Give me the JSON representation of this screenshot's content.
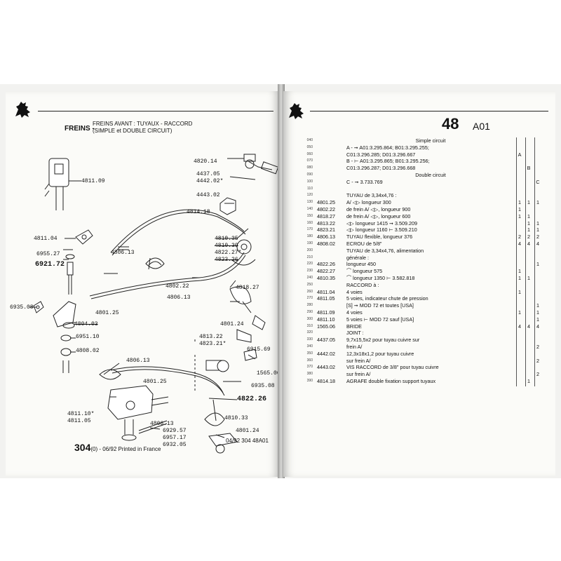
{
  "left_page": {
    "section": "FREINS -",
    "subtitle_line1": "FREINS AVANT : TUYAUX - RACCORD",
    "subtitle_line2": "(SIMPLE et DOUBLE CIRCUIT)",
    "callouts": [
      "4820.14",
      "4811.09",
      "4437.05",
      "4442.02*",
      "4443.02",
      "4814.18",
      "4811.04",
      "4810.35",
      "4810.30",
      "4822.27*",
      "4823.26",
      "6955.27",
      "6921.72",
      "4806.13",
      "6935.08",
      "4801.25",
      "4802.22",
      "4818.27",
      "4806.13",
      "4801.24",
      "4804.03",
      "6951.10",
      "4813.22",
      "4823.21*",
      "6915.69",
      "4808.02",
      "4806.13",
      "1565.06",
      "4801.25",
      "6935.08",
      "4822.26",
      "4811.10*",
      "4811.05",
      "4806.13",
      "6929.57",
      "6957.17",
      "4810.33",
      "4801.24",
      "6932.05"
    ],
    "footer_num": "304",
    "footer_text": "(0) - 06/92 Printed in France",
    "footer_code": "04/92  304  48A01"
  },
  "right_page": {
    "page_number": "48",
    "page_code": "A01",
    "rows": [
      {
        "ln": "040",
        "ref": "",
        "desc": "Simple circuit",
        "q1": "",
        "q2": "",
        "q3": "",
        "center": true
      },
      {
        "ln": "050",
        "ref": "",
        "desc": "A - ➞ A01:3.295.864; B01:3.295.255;",
        "q1": "",
        "q2": "",
        "q3": ""
      },
      {
        "ln": "060",
        "ref": "",
        "desc": "C01:3.296.285; D01:3.296.667",
        "q1": "A",
        "q2": "",
        "q3": ""
      },
      {
        "ln": "070",
        "ref": "",
        "desc": "B - ⊢ A01:3.295.865; B01:3.295.256;",
        "q1": "",
        "q2": "",
        "q3": ""
      },
      {
        "ln": "080",
        "ref": "",
        "desc": "C01:3.296.287; D01:3.296.668",
        "q1": "",
        "q2": "B",
        "q3": ""
      },
      {
        "ln": "090",
        "ref": "",
        "desc": "Double circuit",
        "q1": "",
        "q2": "",
        "q3": "",
        "center": true
      },
      {
        "ln": "100",
        "ref": "",
        "desc": "C - ➞ 3.733.769",
        "q1": "",
        "q2": "",
        "q3": "C"
      },
      {
        "ln": "110",
        "ref": "",
        "desc": "",
        "q1": "",
        "q2": "",
        "q3": ""
      },
      {
        "ln": "120",
        "ref": "",
        "desc": "TUYAU de 3,34x4,76 :",
        "q1": "",
        "q2": "",
        "q3": ""
      },
      {
        "ln": "130",
        "ref": "4801.25",
        "desc": "A/ ◁▷ longueur 300",
        "q1": "1",
        "q2": "1",
        "q3": "1"
      },
      {
        "ln": "140",
        "ref": "4802.22",
        "desc": "de frein A/ ◁▷, longueur 900",
        "q1": "1",
        "q2": "",
        "q3": ""
      },
      {
        "ln": "150",
        "ref": "4818.27",
        "desc": "de frein A/ ◁▷, longueur 600",
        "q1": "1",
        "q2": "1",
        "q3": ""
      },
      {
        "ln": "160",
        "ref": "4813.22",
        "desc": "◁▷ longueur 1415 ➞ 3.509.209",
        "q1": "",
        "q2": "1",
        "q3": "1"
      },
      {
        "ln": "170",
        "ref": "4823.21",
        "desc": "◁▷ longueur 1160 ⊢ 3.509.210",
        "q1": "",
        "q2": "1",
        "q3": "1"
      },
      {
        "ln": "180",
        "ref": "4806.13",
        "desc": "TUYAU flexible, longueur 376",
        "q1": "2",
        "q2": "2",
        "q3": "2"
      },
      {
        "ln": "190",
        "ref": "4808.02",
        "desc": "ECROU de 5/8\"",
        "q1": "4",
        "q2": "4",
        "q3": "4"
      },
      {
        "ln": "200",
        "ref": "",
        "desc": "TUYAU de 3,34x4,76, alimentation",
        "q1": "",
        "q2": "",
        "q3": ""
      },
      {
        "ln": "210",
        "ref": "",
        "desc": "générale :",
        "q1": "",
        "q2": "",
        "q3": ""
      },
      {
        "ln": "220",
        "ref": "4822.26",
        "desc": "longueur 450",
        "q1": "",
        "q2": "",
        "q3": "1"
      },
      {
        "ln": "230",
        "ref": "4822.27",
        "desc": "⌒ longueur 575",
        "q1": "1",
        "q2": "",
        "q3": ""
      },
      {
        "ln": "240",
        "ref": "4810.35",
        "desc": "⌒ longueur 1350 ⊢ 3.582.818",
        "q1": "1",
        "q2": "1",
        "q3": ""
      },
      {
        "ln": "250",
        "ref": "",
        "desc": "RACCORD à :",
        "q1": "",
        "q2": "",
        "q3": ""
      },
      {
        "ln": "260",
        "ref": "4811.04",
        "desc": "4 voies",
        "q1": "1",
        "q2": "",
        "q3": ""
      },
      {
        "ln": "270",
        "ref": "4811.05",
        "desc": "5 voies, indicateur chute de pression",
        "q1": "",
        "q2": "",
        "q3": ""
      },
      {
        "ln": "280",
        "ref": "",
        "desc": "[S] ➞ MOD 72 et toutes [USA]",
        "q1": "",
        "q2": "",
        "q3": "1"
      },
      {
        "ln": "290",
        "ref": "4811.09",
        "desc": "4 voies",
        "q1": "1",
        "q2": "",
        "q3": "1"
      },
      {
        "ln": "300",
        "ref": "4811.10",
        "desc": "5 voies ⊢ MOD 72 sauf [USA]",
        "q1": "",
        "q2": "",
        "q3": "1"
      },
      {
        "ln": "310",
        "ref": "1565.06",
        "desc": "BRIDE",
        "q1": "4",
        "q2": "4",
        "q3": "4"
      },
      {
        "ln": "320",
        "ref": "",
        "desc": "JOINT :",
        "q1": "",
        "q2": "",
        "q3": ""
      },
      {
        "ln": "330",
        "ref": "4437.05",
        "desc": "9,7x15,5x2 pour tuyau cuivre sur",
        "q1": "",
        "q2": "",
        "q3": ""
      },
      {
        "ln": "340",
        "ref": "",
        "desc": "frein A/",
        "q1": "",
        "q2": "",
        "q3": "2"
      },
      {
        "ln": "350",
        "ref": "4442.02",
        "desc": "12,3x18x1,2 pour tuyau cuivre",
        "q1": "",
        "q2": "",
        "q3": ""
      },
      {
        "ln": "360",
        "ref": "",
        "desc": "sur frein A/",
        "q1": "",
        "q2": "",
        "q3": "2"
      },
      {
        "ln": "370",
        "ref": "4443.02",
        "desc": "VIS RACCORD de 3/8\" pour tuyau cuivre",
        "q1": "",
        "q2": "",
        "q3": ""
      },
      {
        "ln": "380",
        "ref": "",
        "desc": "sur frein A/",
        "q1": "",
        "q2": "",
        "q3": "2"
      },
      {
        "ln": "390",
        "ref": "4814.18",
        "desc": "AGRAFE double fixation support tuyaux",
        "q1": "",
        "q2": "1",
        "q3": ""
      }
    ]
  }
}
